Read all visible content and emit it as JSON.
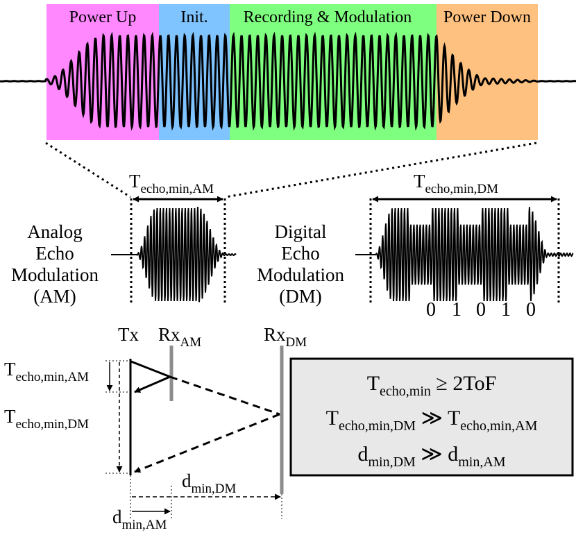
{
  "phases": [
    {
      "key": "power_up",
      "label": "Power Up",
      "color": "#ff88ff"
    },
    {
      "key": "init",
      "label": "Init.",
      "color": "#7fc3ff"
    },
    {
      "key": "recording",
      "label": "Recording & Modulation",
      "color": "#7fff7f"
    },
    {
      "key": "power_down",
      "label": "Power Down",
      "color": "#ffc17f"
    }
  ],
  "analog": {
    "caption": [
      "Analog",
      "Echo",
      "Modulation",
      "(AM)"
    ],
    "span_main": "T",
    "span_sub": "echo,min,AM"
  },
  "digital": {
    "caption": [
      "Digital",
      "Echo",
      "Modulation",
      "(DM)"
    ],
    "span_main": "T",
    "span_sub": "echo,min,DM",
    "bits": [
      "0",
      "1",
      "0",
      "1",
      "0"
    ]
  },
  "timing": {
    "tx": "Tx",
    "rx_am_main": "Rx",
    "rx_am_sub": "AM",
    "rx_dm_main": "Rx",
    "rx_dm_sub": "DM",
    "t_am_main": "T",
    "t_am_sub": "echo,min,AM",
    "t_dm_main": "T",
    "t_dm_sub": "echo,min,DM",
    "d_dm_main": "d",
    "d_dm_sub": "min,DM",
    "d_am_main": "d",
    "d_am_sub": "min,AM"
  },
  "relations": {
    "line1": {
      "a_main": "T",
      "a_sub": "echo,min",
      "op": " ≥ 2ToF"
    },
    "line2": {
      "a_main": "T",
      "a_sub": "echo,min,DM",
      "op": " ≫ ",
      "b_main": "T",
      "b_sub": "echo,min,AM"
    },
    "line3": {
      "a_main": "d",
      "a_sub": "min,DM",
      "op": " ≫ ",
      "b_main": "d",
      "b_sub": "min,AM"
    },
    "box_fill": "#e8e8e8"
  }
}
